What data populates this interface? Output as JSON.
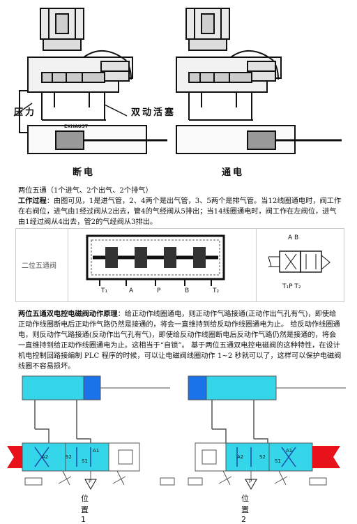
{
  "top_figure": {
    "label_pressure": "压力",
    "label_double_piston": "双动活塞",
    "label_exhaust": "EXHAUST",
    "caption_off": "断电",
    "caption_on": "通电"
  },
  "section1": {
    "title": "两位五通（1个进气、2个出气、2个排气）",
    "process_label": "工作过程",
    "process_text": "：由图可见，1是进气管，2、4两个是出气管，3、5两个是排气管。当12线圈通电时，阀工作在右阀位，进气由1经过阀从2出去，管4的气经阀从5排出；当14线圈通电时，阀工作在左阀位，进气由1经过阀从4出去，管2的气经阀从3排出。"
  },
  "valve_table": {
    "name": "二位五通阀",
    "ports_section": [
      "T₁",
      "A",
      "P",
      "B",
      "T₂"
    ],
    "symbol_top": "A B",
    "symbol_bottom": "T₁P T₂"
  },
  "section2": {
    "title": "两位五通双电控电磁阀动作原理",
    "text": "：给正动作线圈通电，则正动作气路接通(正动作出气孔有气)，即使给正动作线圈断电后正动作气路仍然是接通的，将会一直维持到给反动作线圈通电为止。 给反动作线圈通电，则反动作气路接通(反动作出气孔有气)，即使给反动作线圈断电后反动作气路仍然是接通的，将会一直维持到给正动作线圈通电为止。这相当于“自锁”。 基于两位五通双电控电磁阀的这种特性，在设计机电控制回路接编制 PLC 程序的时候，可以让电磁阀线圈动作 1~2 秒就可以了，这样可以保护电磁阀线圈不容易损坏。"
  },
  "bottom_figure": {
    "pos1": {
      "caption": "位置 1",
      "labels": [
        "A2",
        "S2",
        "S1",
        "A1",
        "P"
      ]
    },
    "pos2": {
      "caption": "位置 2",
      "labels": [
        "A2",
        "S2",
        "S1",
        "A1",
        "P"
      ]
    }
  },
  "colors": {
    "cyan": "#35d6ea",
    "blue": "#1a73e8",
    "red": "#e8131a"
  }
}
